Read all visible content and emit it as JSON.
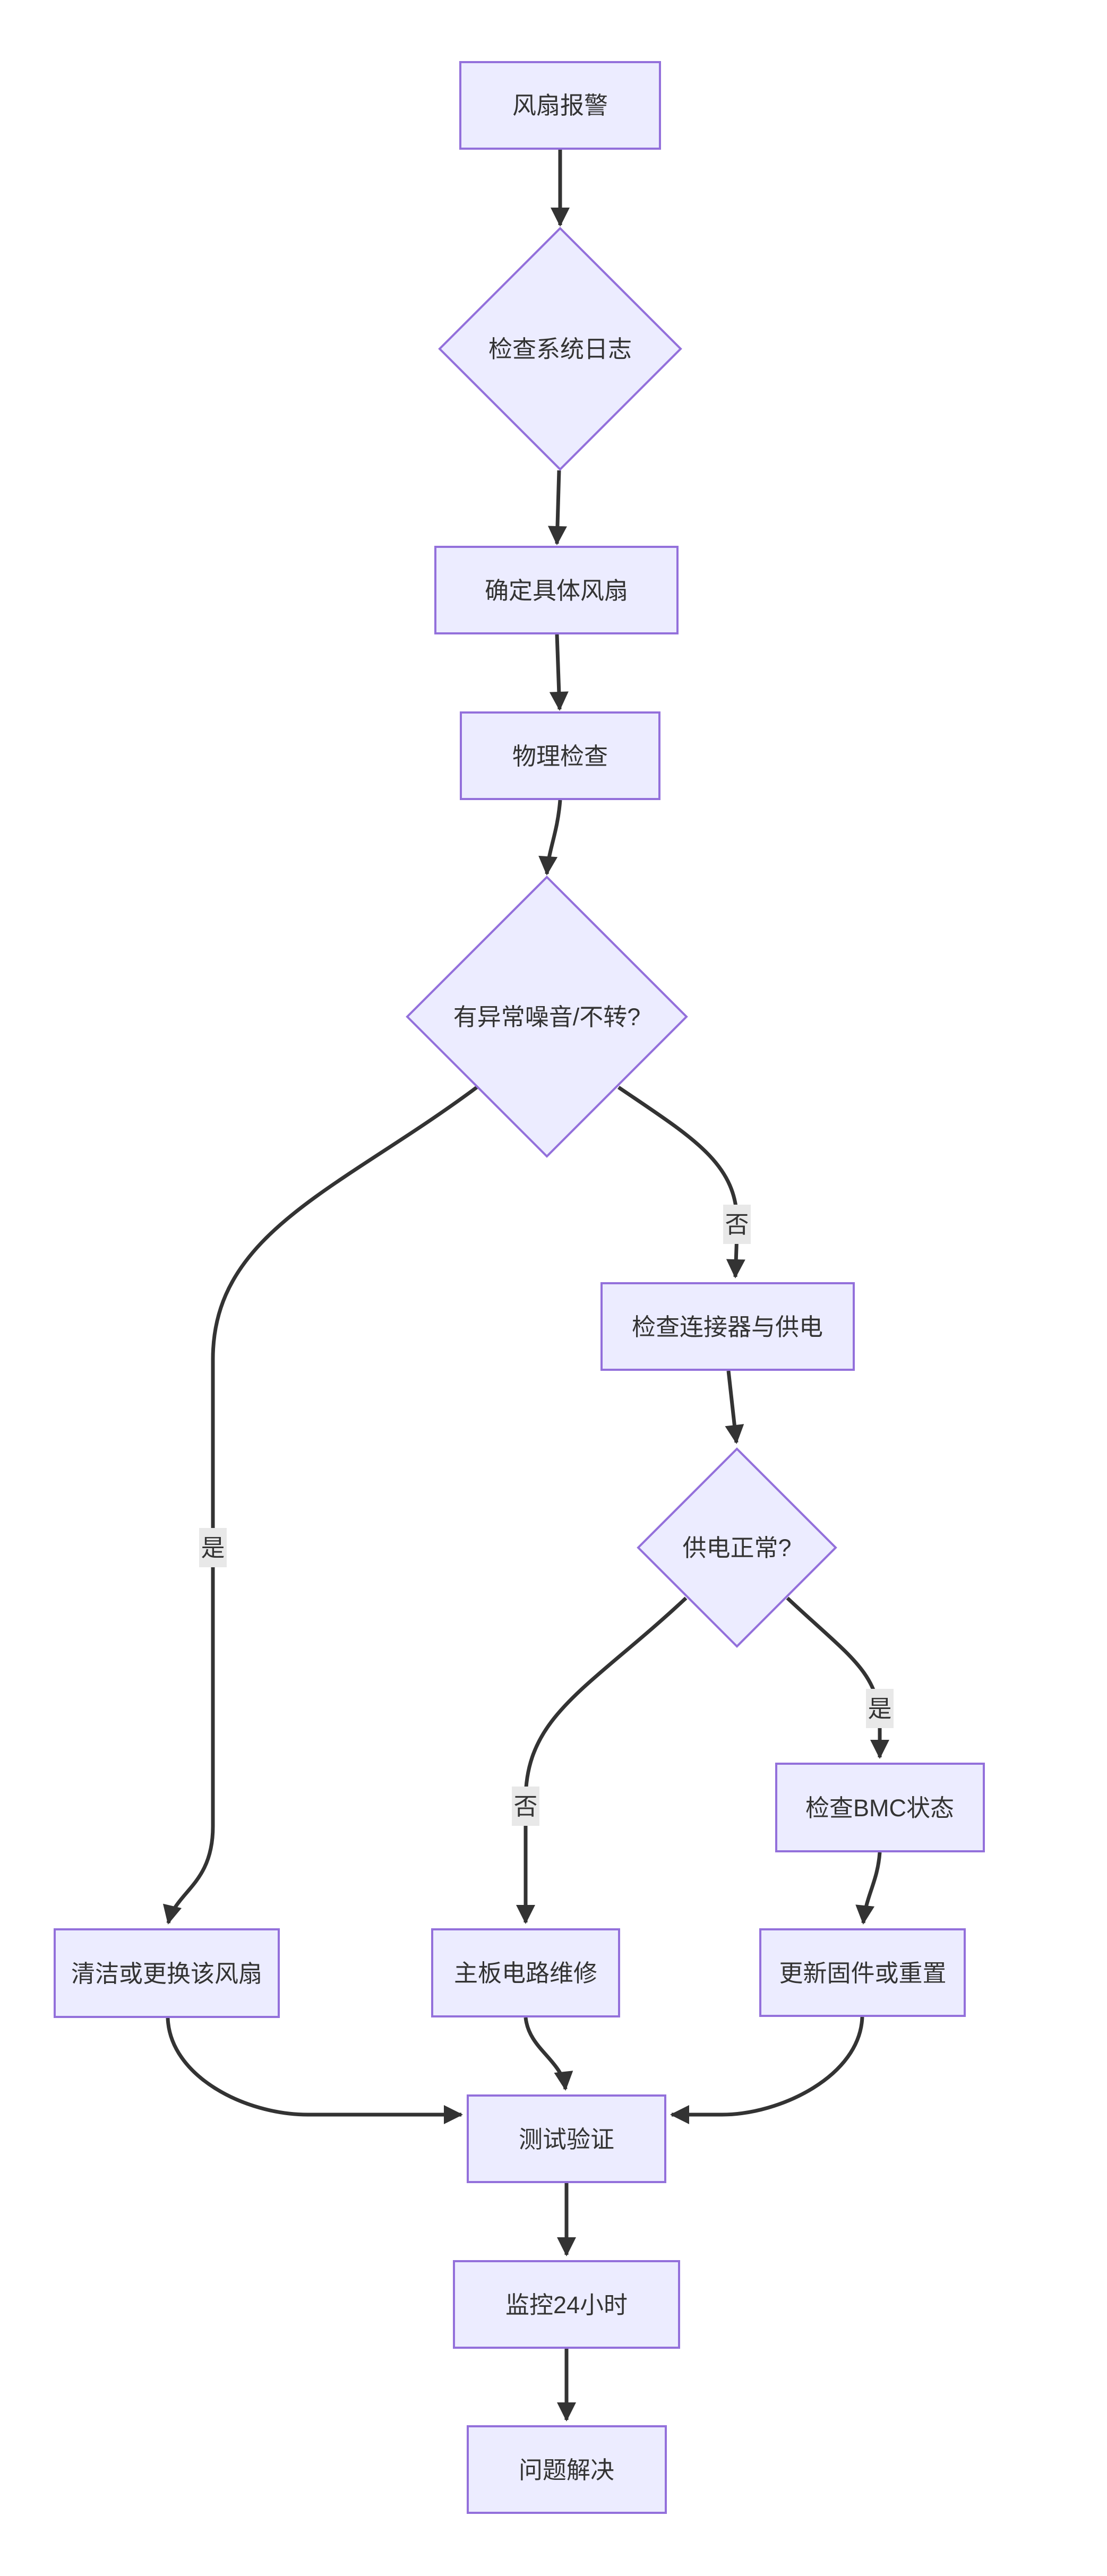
{
  "diagram": {
    "type": "flowchart",
    "direction": "top-down",
    "colors": {
      "background": "#ffffff",
      "node_fill": "#ECECFF",
      "node_border": "#9370DB",
      "edge_stroke": "#333333",
      "text": "#333333",
      "edge_label_bg": "#e8e8e8"
    },
    "nodes": [
      {
        "id": "A",
        "shape": "rect",
        "label": "风扇报警"
      },
      {
        "id": "B",
        "shape": "diamond",
        "label": "检查系统日志"
      },
      {
        "id": "C",
        "shape": "rect",
        "label": "确定具体风扇"
      },
      {
        "id": "D",
        "shape": "rect",
        "label": "物理检查"
      },
      {
        "id": "E",
        "shape": "diamond",
        "label": "有异常噪音/不转?"
      },
      {
        "id": "F",
        "shape": "rect",
        "label": "清洁或更换该风扇"
      },
      {
        "id": "G",
        "shape": "rect",
        "label": "检查连接器与供电"
      },
      {
        "id": "H",
        "shape": "diamond",
        "label": "供电正常?"
      },
      {
        "id": "I",
        "shape": "rect",
        "label": "主板电路维修"
      },
      {
        "id": "J",
        "shape": "rect",
        "label": "检查BMC状态"
      },
      {
        "id": "K",
        "shape": "rect",
        "label": "更新固件或重置"
      },
      {
        "id": "L",
        "shape": "rect",
        "label": "测试验证"
      },
      {
        "id": "M",
        "shape": "rect",
        "label": "监控24小时"
      },
      {
        "id": "N",
        "shape": "rect",
        "label": "问题解决"
      }
    ],
    "edges": [
      {
        "from": "A",
        "to": "B",
        "label": ""
      },
      {
        "from": "B",
        "to": "C",
        "label": ""
      },
      {
        "from": "C",
        "to": "D",
        "label": ""
      },
      {
        "from": "D",
        "to": "E",
        "label": ""
      },
      {
        "from": "E",
        "to": "F",
        "label": "是"
      },
      {
        "from": "E",
        "to": "G",
        "label": "否"
      },
      {
        "from": "G",
        "to": "H",
        "label": ""
      },
      {
        "from": "H",
        "to": "I",
        "label": "否"
      },
      {
        "from": "H",
        "to": "J",
        "label": "是"
      },
      {
        "from": "J",
        "to": "K",
        "label": ""
      },
      {
        "from": "F",
        "to": "L",
        "label": ""
      },
      {
        "from": "I",
        "to": "L",
        "label": ""
      },
      {
        "from": "K",
        "to": "L",
        "label": ""
      },
      {
        "from": "L",
        "to": "M",
        "label": ""
      },
      {
        "from": "M",
        "to": "N",
        "label": ""
      }
    ]
  }
}
